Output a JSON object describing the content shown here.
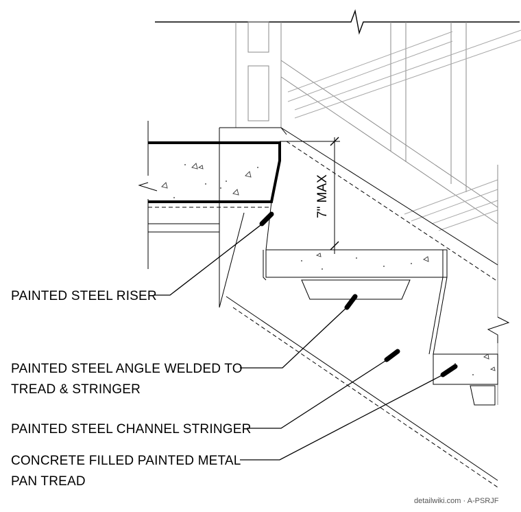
{
  "labels": {
    "riser": "PAINTED STEEL RISER",
    "angle_line1": "PAINTED STEEL ANGLE WELDED TO",
    "angle_line2": "TREAD & STRINGER",
    "channel": "PAINTED STEEL CHANNEL STRINGER",
    "tread_line1": "CONCRETE FILLED PAINTED METAL",
    "tread_line2": "PAN TREAD"
  },
  "dimension": {
    "rise_max": "7\" MAX"
  },
  "credit": "detailwiki.com · A-PSRJF"
}
